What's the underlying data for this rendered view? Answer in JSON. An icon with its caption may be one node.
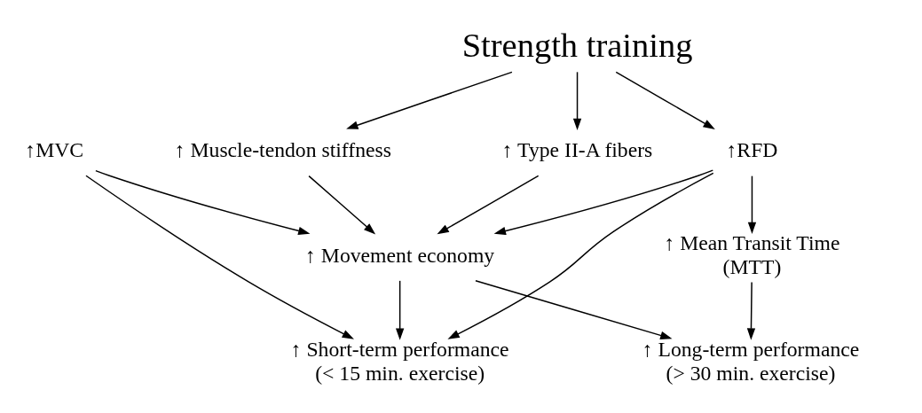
{
  "diagram": {
    "nodes": [
      {
        "text": [
          "Strength training"
        ]
      },
      {
        "text": [
          "↑ Muscle-tendon stiffness"
        ]
      },
      {
        "text": [
          "↑MVC"
        ]
      },
      {
        "text": [
          "↑RFD"
        ]
      },
      {
        "text": [
          "↑ Type II-A fibers"
        ]
      },
      {
        "text": [
          "↑ Mean Transit Time (MTT)"
        ]
      },
      {
        "text": [
          "↑ Movement economy"
        ]
      },
      {
        "text": [
          "↑ Short-term performance (< 15 min. exercise)"
        ]
      },
      {
        "text": [
          "↑ Long-term performance (> 30 min. exercise)"
        ]
      }
    ],
    "edges": [
      {
        "from": 0,
        "to": 3,
        "arrow": "to"
      },
      {
        "from": 0,
        "to": 4,
        "arrow": "to"
      },
      {
        "from": 0,
        "to": 1,
        "arrow": "to"
      },
      {
        "from": 2,
        "to": 7,
        "arrow": "to"
      },
      {
        "from": 2,
        "to": 6,
        "arrow": "to"
      },
      {
        "from": 3,
        "to": 5,
        "arrow": "to"
      },
      {
        "from": 3,
        "to": 7,
        "arrow": "to"
      },
      {
        "from": 3,
        "to": 6,
        "arrow": "to"
      },
      {
        "from": 4,
        "to": 6,
        "arrow": "to"
      },
      {
        "from": 1,
        "to": 6,
        "arrow": "to"
      },
      {
        "from": 5,
        "to": 8,
        "arrow": "to"
      },
      {
        "from": 6,
        "to": 7,
        "arrow": "to"
      },
      {
        "from": 6,
        "to": 8,
        "arrow": "to"
      }
    ]
  }
}
